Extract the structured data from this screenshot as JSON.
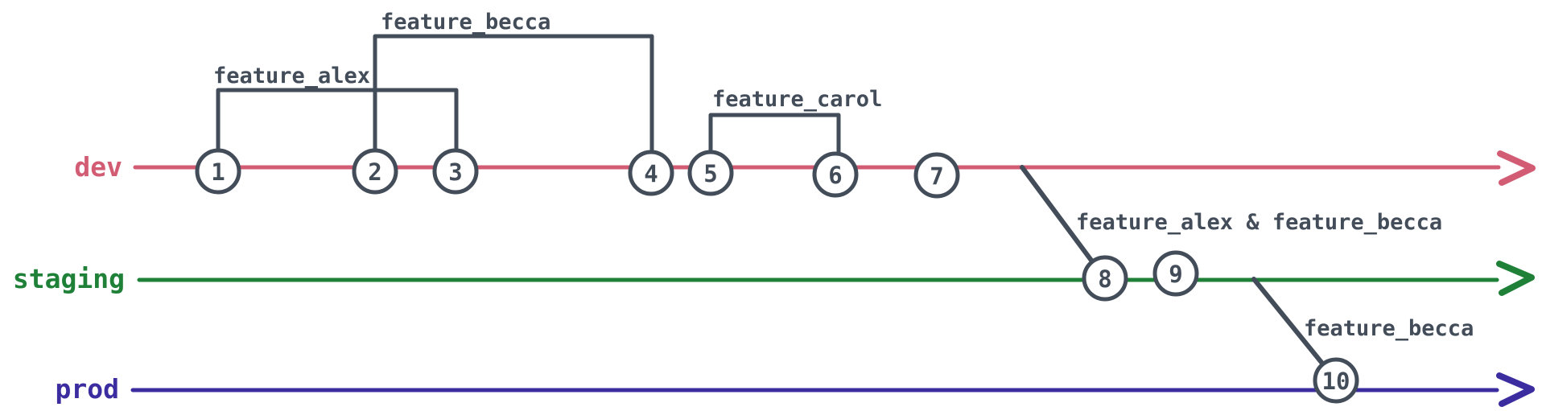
{
  "colors": {
    "dev": "#d15c74",
    "staging": "#1f8038",
    "prod": "#3b2da0",
    "ink": "#434c59",
    "bg": "#ffffff"
  },
  "branches": [
    {
      "label": "dev"
    },
    {
      "label": "staging"
    },
    {
      "label": "prod"
    }
  ],
  "commits": [
    {
      "label": "1",
      "branch": "dev"
    },
    {
      "label": "2",
      "branch": "dev"
    },
    {
      "label": "3",
      "branch": "dev"
    },
    {
      "label": "4",
      "branch": "dev"
    },
    {
      "label": "5",
      "branch": "dev"
    },
    {
      "label": "6",
      "branch": "dev"
    },
    {
      "label": "7",
      "branch": "dev"
    },
    {
      "label": "8",
      "branch": "staging"
    },
    {
      "label": "9",
      "branch": "staging"
    },
    {
      "label": "10",
      "branch": "prod"
    }
  ],
  "annotations": {
    "feature_alex": "feature_alex",
    "feature_becca_top": "feature_becca",
    "feature_carol": "feature_carol",
    "staging_merge": "feature_alex & feature_becca",
    "prod_merge": "feature_becca"
  }
}
